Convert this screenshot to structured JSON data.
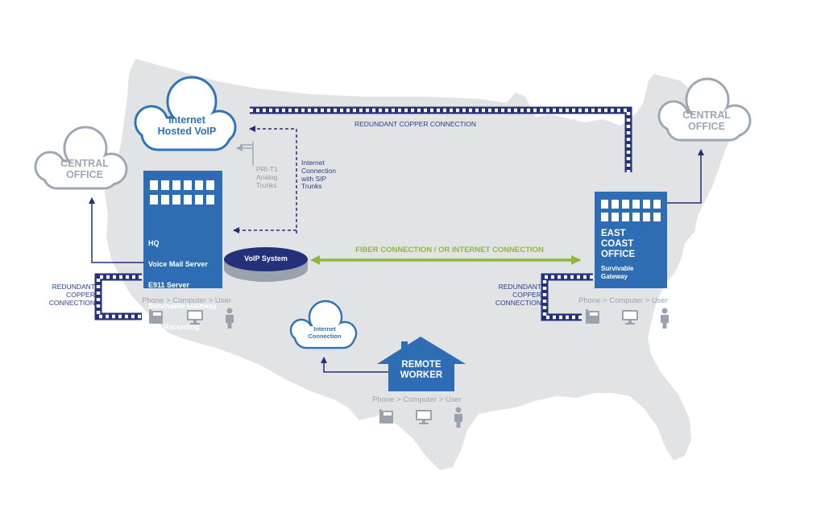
{
  "colors": {
    "map": "#e2e3e5",
    "building_blue": "#2e6db4",
    "navy": "#23307a",
    "fiber_green": "#8cb83c",
    "cloud_fill": "#ffffff",
    "cloud_blue_outline": "#2f72b8",
    "cloud_gray_outline": "#9ea8b4"
  },
  "clouds": {
    "central_office_left": {
      "label": "CENTRAL\nOFFICE"
    },
    "central_office_right": {
      "label": "CENTRAL\nOFFICE"
    },
    "internet_hosted_voip": {
      "label": "Internet\nHosted VoIP"
    },
    "internet_connection": {
      "label": "Internet\nConnection"
    }
  },
  "hq": {
    "lines": [
      "HQ",
      "Voice Mail Server",
      "E911 Server",
      "Survivable Gateway",
      "Call Recording"
    ]
  },
  "voip_system": {
    "label": "VoIP System"
  },
  "east_office": {
    "title": "EAST\nCOAST\nOFFICE",
    "subtitle": "Survivable\nGateway"
  },
  "remote_worker": {
    "label": "REMOTE\nWORKER"
  },
  "connections": {
    "redundant_copper_top": "REDUNDANT COPPER CONNECTION",
    "redundant_copper_left": "REDUNDANT\nCOPPER\nCONNECTION",
    "redundant_copper_right": "REDUNDANT\nCOPPER\nCONNECTION",
    "fiber": "FIBER CONNECTION / OR INTERNET CONNECTION",
    "pri": "PRI-T1\nAnalog\nTrunks",
    "sip": "Internet\nConnection\nwith SIP\nTrunks"
  },
  "endpoints": {
    "hq": "Phone > Computer > User",
    "east": "Phone > Computer > User",
    "remote": "Phone > Computer > User"
  },
  "icons": [
    "phone-icon",
    "computer-icon",
    "user-icon"
  ]
}
